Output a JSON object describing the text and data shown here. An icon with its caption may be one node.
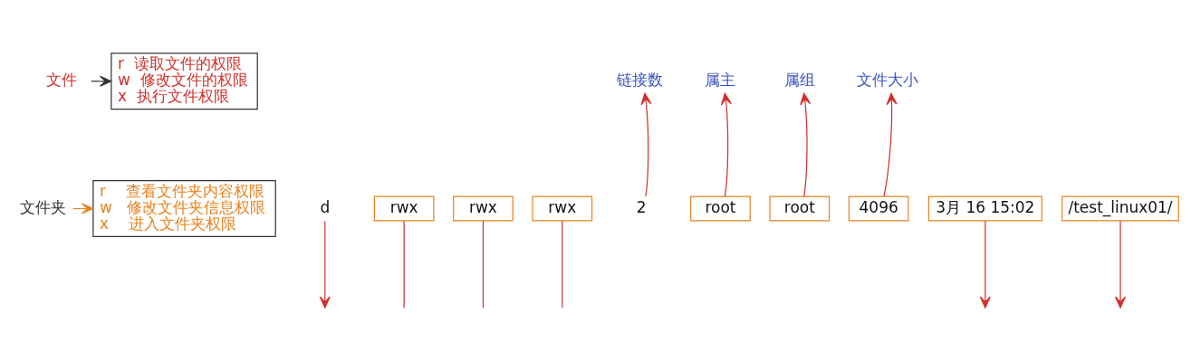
{
  "diagram": {
    "nodes": [
      {
        "text": [
          "文件"
        ]
      },
      {
        "text": [
          "r  读取文件的权限",
          "w  修改文件的权限",
          "x  执行文件权限"
        ]
      },
      {
        "text": [
          "文件夹"
        ]
      },
      {
        "text": [
          "r    查看文件夹内容权限",
          "w   修改文件夹信息权限",
          "x    进入文件夹权限"
        ]
      },
      {
        "text": [
          "链接数"
        ]
      },
      {
        "text": [
          "属主"
        ]
      },
      {
        "text": [
          "属组"
        ]
      },
      {
        "text": [
          "文件大小"
        ]
      },
      {
        "text": [
          "d"
        ]
      },
      {
        "text": [
          "rwx"
        ]
      },
      {
        "text": [
          "rwx"
        ]
      },
      {
        "text": [
          "rwx"
        ]
      },
      {
        "text": [
          "2"
        ]
      },
      {
        "text": [
          "root"
        ]
      },
      {
        "text": [
          "root"
        ]
      },
      {
        "text": [
          "4096"
        ]
      },
      {
        "text": [
          "3月 16 15:02"
        ]
      },
      {
        "text": [
          "/test_linux01/"
        ]
      }
    ],
    "edges": [
      {
        "from": 0,
        "to": 1,
        "arrow": "to",
        "color": "#333333"
      },
      {
        "from": 2,
        "to": 3,
        "arrow": "to",
        "color": "#e8821e"
      },
      {
        "from": 12,
        "to": 4,
        "arrow": "to"
      },
      {
        "from": 13,
        "to": 5,
        "arrow": "to"
      },
      {
        "from": 14,
        "to": 6,
        "arrow": "to"
      },
      {
        "from": 15,
        "to": 7,
        "arrow": "to"
      },
      {
        "from": 8,
        "to": null,
        "arrow": "to"
      },
      {
        "from": 9,
        "to": null,
        "arrow": "none"
      },
      {
        "from": 10,
        "to": null,
        "arrow": "none"
      },
      {
        "from": 11,
        "to": null,
        "arrow": "none"
      },
      {
        "from": 16,
        "to": null,
        "arrow": "to"
      },
      {
        "from": 17,
        "to": null,
        "arrow": "to"
      }
    ]
  }
}
